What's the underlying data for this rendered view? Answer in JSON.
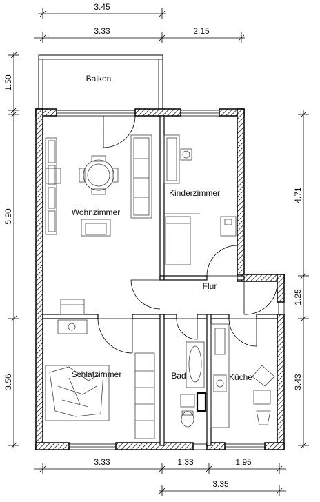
{
  "rooms": {
    "balkon": "Balkon",
    "wohnzimmer": "Wohnzimmer",
    "kinderzimmer": "Kinderzimmer",
    "flur": "Flur",
    "schlafzimmer": "Schlafzimmer",
    "bad": "Bad",
    "kueche": "Küche"
  },
  "dimensions": {
    "top_outer": "3.45",
    "top_left": "3.33",
    "top_right": "2.15",
    "left_balkon": "1.50",
    "left_wohn": "5.90",
    "left_schlaf": "3.56",
    "right_kinder": "4.71",
    "right_flur": "1.25",
    "right_kueche": "3.43",
    "bottom_left": "3.33",
    "bottom_mid": "1.33",
    "bottom_right": "1.95",
    "bottom_outer": "3.35"
  }
}
